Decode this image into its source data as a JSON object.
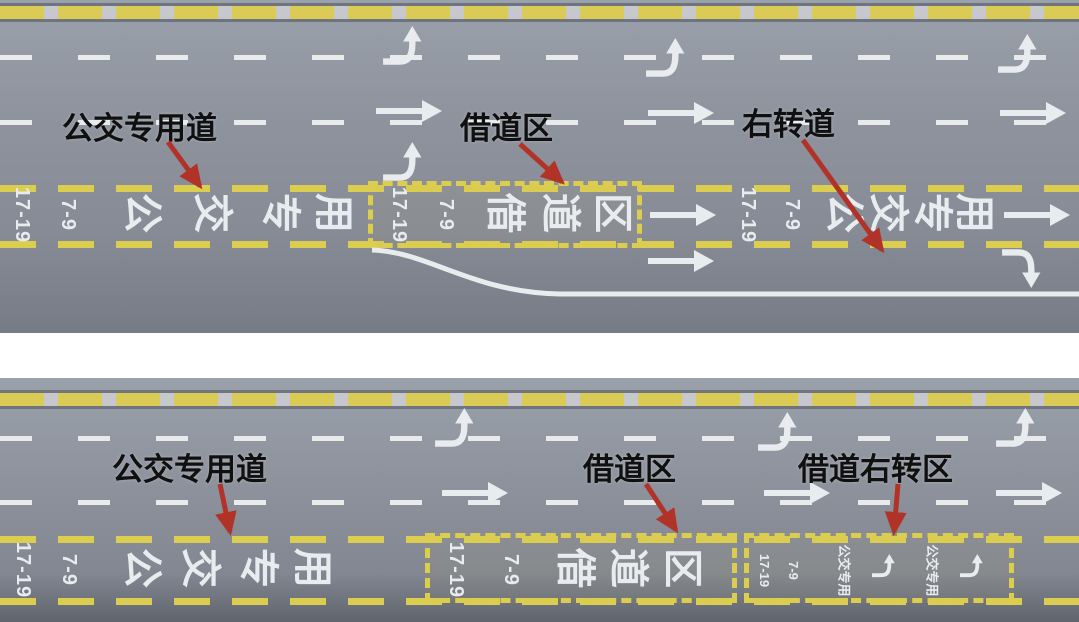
{
  "panels": [
    {
      "id": "top",
      "labels": [
        {
          "text": "公交专用道"
        },
        {
          "text": "借道区"
        },
        {
          "text": "右转道"
        }
      ],
      "road": {
        "left": [
          "17-19",
          "7-9",
          "公",
          "交",
          "专",
          "用"
        ],
        "box": [
          "17-19",
          "7-9",
          "借",
          "道",
          "区"
        ],
        "right": [
          "17-19",
          "7-9",
          "公",
          "交",
          "专",
          "用"
        ]
      }
    },
    {
      "id": "bottom",
      "labels": [
        {
          "text": "公交专用道"
        },
        {
          "text": "借道区"
        },
        {
          "text": "借道右转区"
        }
      ],
      "road": {
        "left": [
          "17-19",
          "7-9",
          "公",
          "交",
          "专",
          "用"
        ],
        "box": [
          "17-19",
          "7-9",
          "借",
          "道",
          "区"
        ],
        "right_box": [
          "17-19",
          "7-9",
          "公交专用",
          "公交专用"
        ]
      }
    }
  ],
  "colors": {
    "bus_lane_yellow": "#dbcd50",
    "road_gray": "#8e939d",
    "marking_white": "#e9ecee",
    "annotation_red": "#b13328"
  }
}
